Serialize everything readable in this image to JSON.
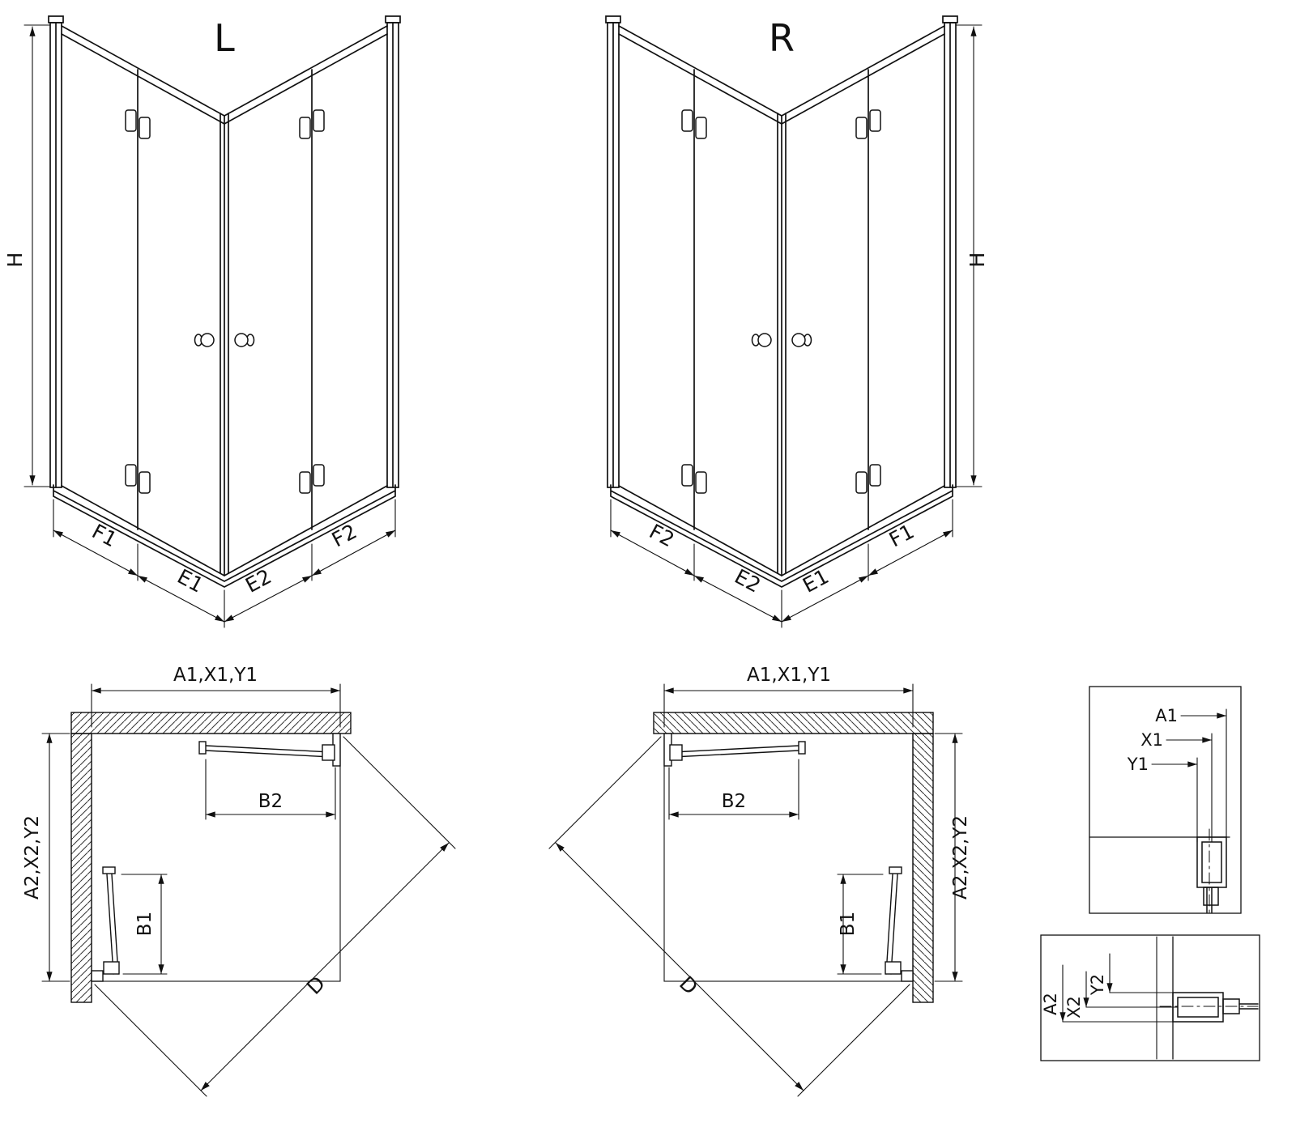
{
  "colors": {
    "line": "#111111",
    "background": "#ffffff"
  },
  "drawing": {
    "front_left": {
      "variant": "L",
      "dim_height": "H",
      "dim_bottom": [
        "F1",
        "E1",
        "E2",
        "F2"
      ]
    },
    "front_right": {
      "variant": "R",
      "dim_height": "H",
      "dim_bottom": [
        "F2",
        "E2",
        "E1",
        "F1"
      ]
    },
    "plan_left": {
      "dim_top": "A1,X1,Y1",
      "dim_side": "A2,X2,Y2",
      "dim_door_top": "B2",
      "dim_door_side": "B1",
      "dim_diagonal": "D"
    },
    "plan_right": {
      "dim_top": "A1,X1,Y1",
      "dim_side": "A2,X2,Y2",
      "dim_door_top": "B2",
      "dim_door_side": "B1",
      "dim_diagonal": "D"
    },
    "detail_top": {
      "dims": [
        "A1",
        "X1",
        "Y1"
      ]
    },
    "detail_bottom": {
      "dims": [
        "A2",
        "X2",
        "Y2"
      ]
    }
  }
}
